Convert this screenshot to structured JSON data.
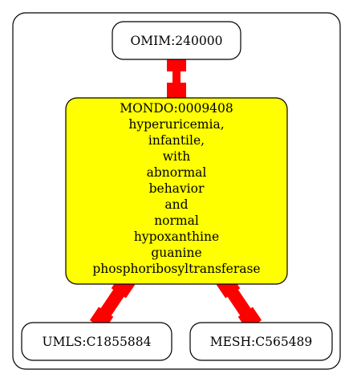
{
  "graph": {
    "top_node": {
      "label": "OMIM:240000"
    },
    "center_node": {
      "lines": [
        "MONDO:0009408",
        "hyperuricemia,",
        "infantile,",
        "with",
        "abnormal",
        "behavior",
        "and",
        "normal",
        "hypoxanthine",
        "guanine",
        "phosphoribosyltransferase"
      ],
      "fill_color": "#ffff00"
    },
    "left_node": {
      "label": "UMLS:C1855884"
    },
    "right_node": {
      "label": "MESH:C565489"
    },
    "edge_color": "#ff0000"
  }
}
